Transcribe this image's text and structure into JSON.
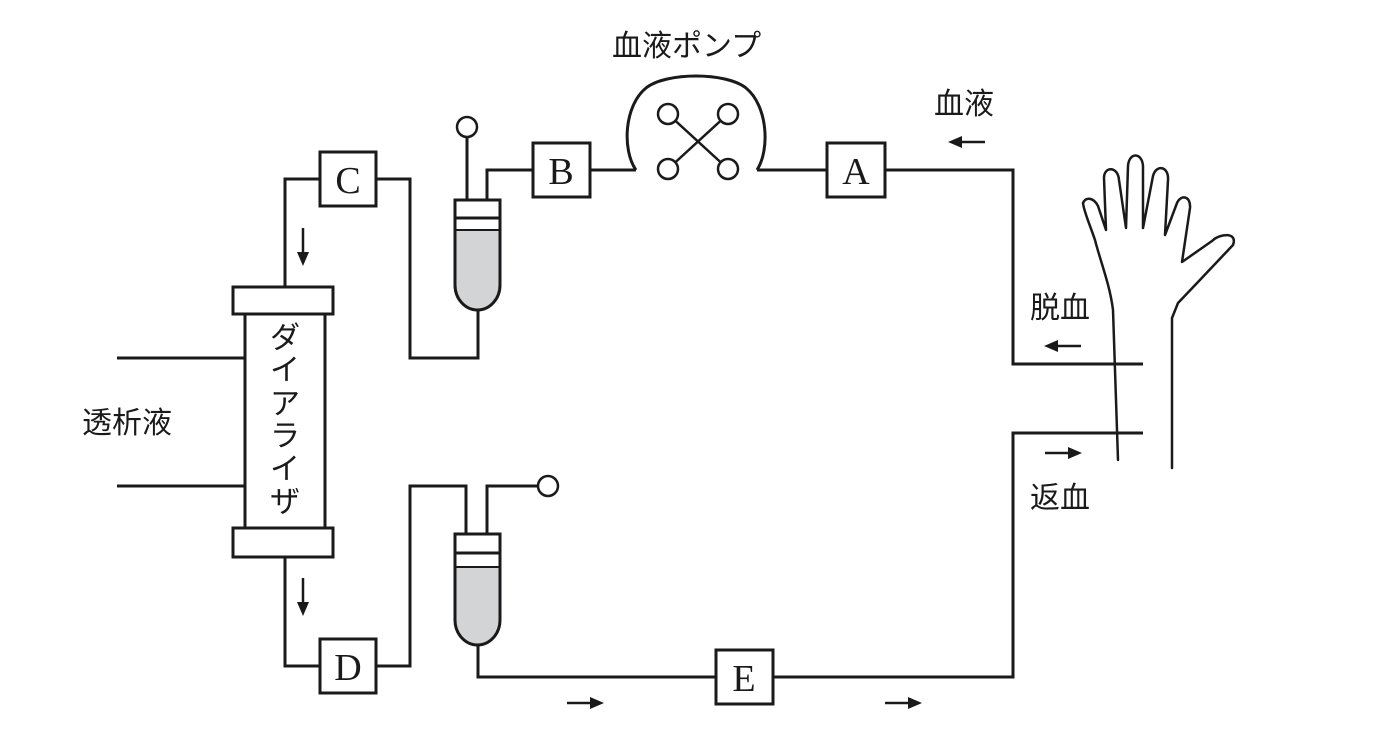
{
  "labels": {
    "pump": "血液ポンプ",
    "blood": "血液",
    "draw": "脱血",
    "return": "返血",
    "dialysate": "透析液",
    "dialyzer": [
      "ダ",
      "イ",
      "ア",
      "ラ",
      "イ",
      "ザ"
    ]
  },
  "boxes": {
    "A": "A",
    "B": "B",
    "C": "C",
    "D": "D",
    "E": "E"
  },
  "colors": {
    "line": "#1a1a1a",
    "fluid": "#d3d4d6",
    "background": "#ffffff"
  },
  "icons": [
    "hand-icon",
    "arrow-left-icon",
    "arrow-right-icon",
    "arrow-down-icon",
    "pump-rotor-icon"
  ]
}
